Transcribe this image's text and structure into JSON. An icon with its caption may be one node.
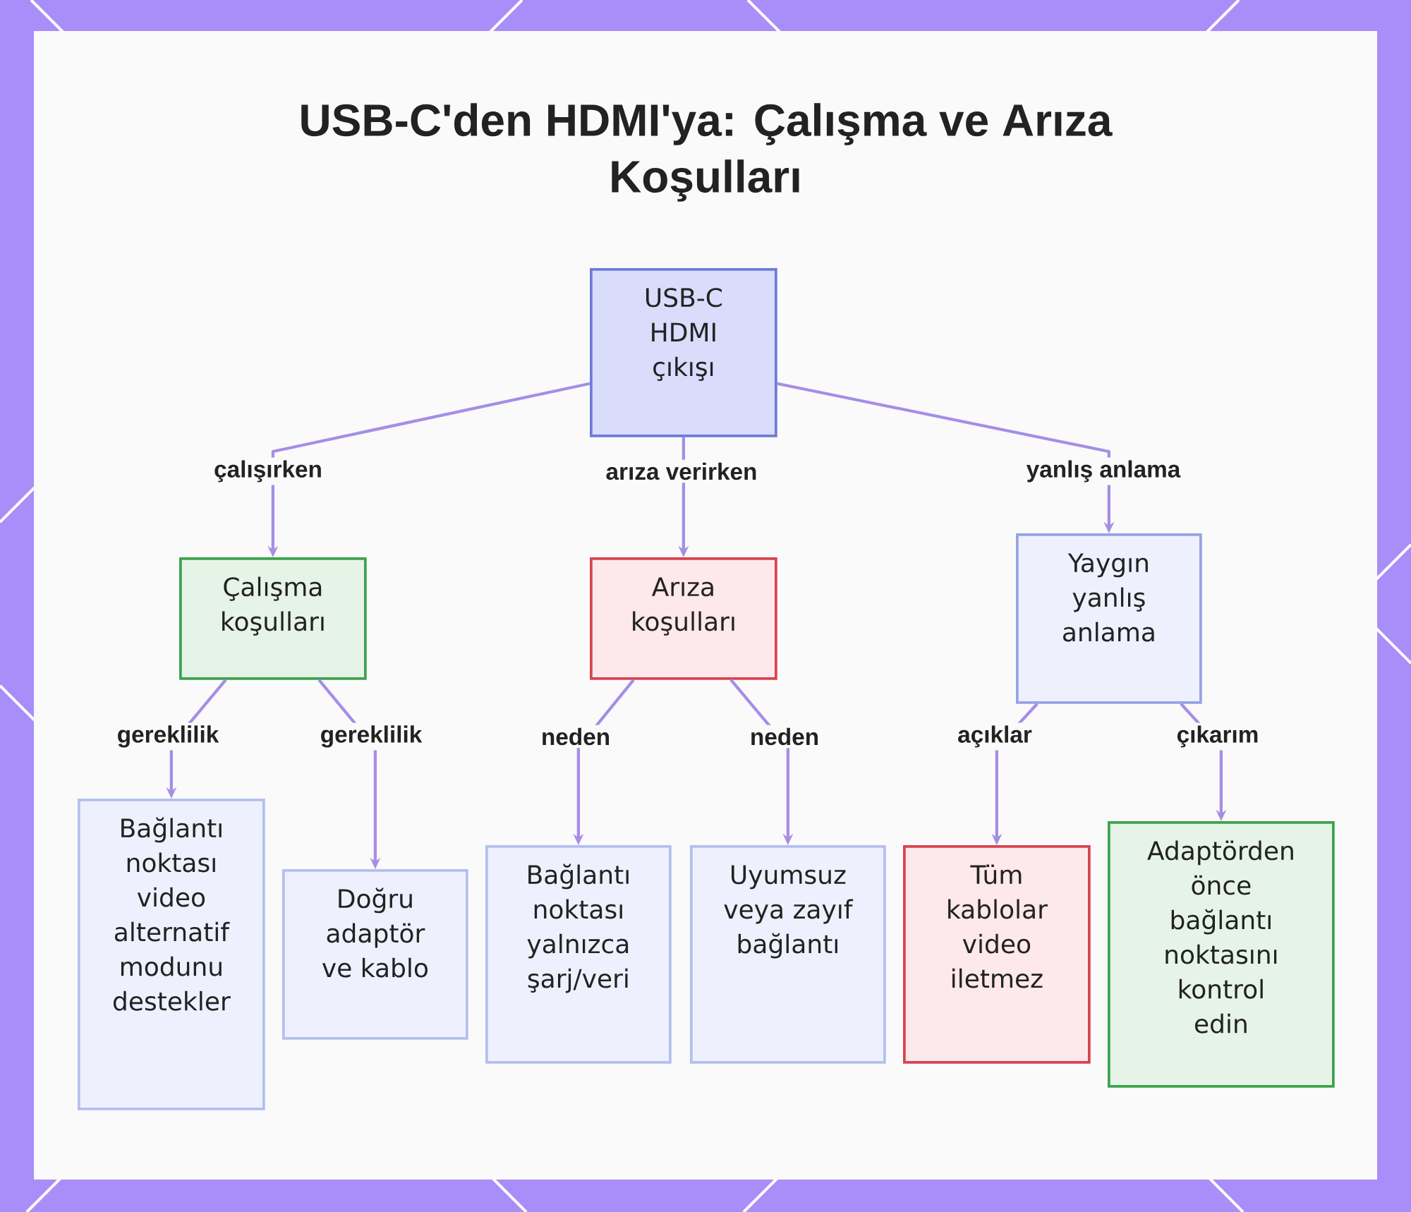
{
  "diagram": {
    "title": "USB-C'den HDMI'ya: Çalışma ve Arıza Koşulları",
    "nodes": [
      {
        "text": [
          "USB-C HDMI çıkışı"
        ]
      },
      {
        "text": [
          "Çalışma koşulları"
        ]
      },
      {
        "text": [
          "Arıza koşulları"
        ]
      },
      {
        "text": [
          "Yaygın yanlış anlama"
        ]
      },
      {
        "text": [
          "Bağlantı noktası video alternatif modunu destekler"
        ]
      },
      {
        "text": [
          "Doğru adaptör ve kablo"
        ]
      },
      {
        "text": [
          "Bağlantı noktası yalnızca şarj/veri"
        ]
      },
      {
        "text": [
          "Uyumsuz veya zayıf bağlantı"
        ]
      },
      {
        "text": [
          "Tüm kablolar video iletmez"
        ]
      },
      {
        "text": [
          "Adaptörden önce bağlantı noktasını kontrol edin"
        ]
      }
    ],
    "edges": [
      {
        "from": 0,
        "to": 1,
        "arrow": "to",
        "label": "çalışırken"
      },
      {
        "from": 0,
        "to": 2,
        "arrow": "to",
        "label": "arıza verirken"
      },
      {
        "from": 0,
        "to": 3,
        "arrow": "to",
        "label": "yanlış anlama"
      },
      {
        "from": 1,
        "to": 4,
        "arrow": "to",
        "label": "gereklilik"
      },
      {
        "from": 1,
        "to": 5,
        "arrow": "to",
        "label": "gereklilik"
      },
      {
        "from": 2,
        "to": 6,
        "arrow": "to",
        "label": "neden"
      },
      {
        "from": 2,
        "to": 7,
        "arrow": "to",
        "label": "neden"
      },
      {
        "from": 3,
        "to": 8,
        "arrow": "to",
        "label": "açıklar"
      },
      {
        "from": 3,
        "to": 9,
        "arrow": "to",
        "label": "çıkarım"
      }
    ]
  }
}
